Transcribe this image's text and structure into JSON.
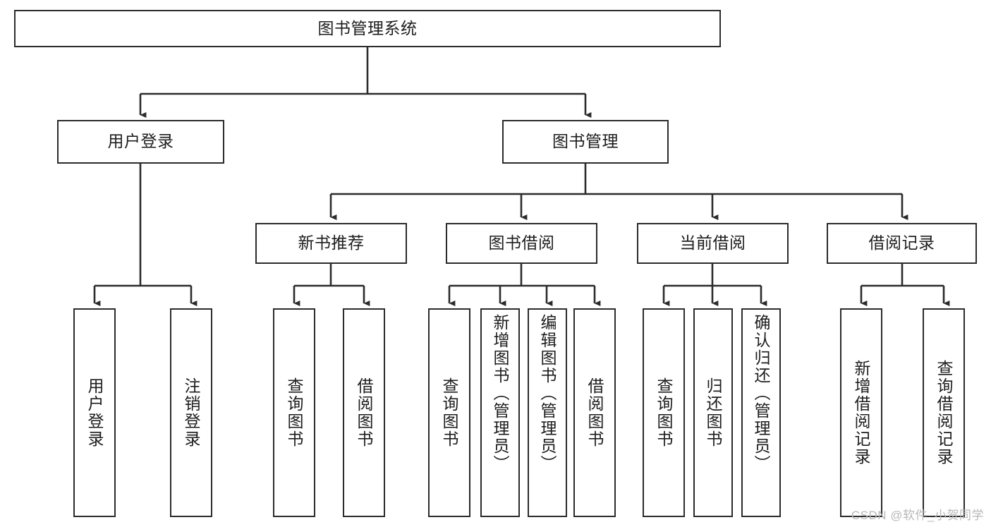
{
  "diagram": {
    "title": "图书管理系统",
    "type": "tree",
    "watermark": "CSDN @软件_小贺同学",
    "colors": {
      "box_border": "#2b2b2b",
      "box_fill": "#ffffff",
      "connector": "#2b2b2b",
      "text": "#1d1d1d",
      "watermark": "#b8b8b8"
    },
    "levels": {
      "root": {
        "label": "图书管理系统"
      },
      "level2": [
        {
          "id": "user-login",
          "label": "用户登录"
        },
        {
          "id": "book-management",
          "label": "图书管理"
        }
      ],
      "level3": [
        {
          "id": "new-book-recommend",
          "label": "新书推荐",
          "parent": "book-management"
        },
        {
          "id": "book-borrow",
          "label": "图书借阅",
          "parent": "book-management"
        },
        {
          "id": "current-borrow",
          "label": "当前借阅",
          "parent": "book-management"
        },
        {
          "id": "borrow-record",
          "label": "借阅记录",
          "parent": "book-management"
        }
      ],
      "leaves": {
        "user_login": [
          {
            "id": "leaf-user-login",
            "label": "用户登录"
          },
          {
            "id": "leaf-user-logout",
            "label": "注销登录"
          }
        ],
        "new_book_recommend": [
          {
            "id": "leaf-query-book-1",
            "label": "查询图书"
          },
          {
            "id": "leaf-borrow-book-1",
            "label": "借阅图书"
          }
        ],
        "book_borrow": [
          {
            "id": "leaf-query-book-2",
            "label": "查询图书"
          },
          {
            "id": "leaf-add-book",
            "label": "新增图书（管理员）"
          },
          {
            "id": "leaf-edit-book",
            "label": "编辑图书（管理员）"
          },
          {
            "id": "leaf-borrow-book-2",
            "label": "借阅图书"
          }
        ],
        "current_borrow": [
          {
            "id": "leaf-query-book-3",
            "label": "查询图书"
          },
          {
            "id": "leaf-return-book",
            "label": "归还图书"
          },
          {
            "id": "leaf-confirm-return",
            "label": "确认归还（管理员）"
          }
        ],
        "borrow_record": [
          {
            "id": "leaf-add-record",
            "label": "新增借阅记录"
          },
          {
            "id": "leaf-query-record",
            "label": "查询借阅记录"
          }
        ]
      }
    }
  }
}
